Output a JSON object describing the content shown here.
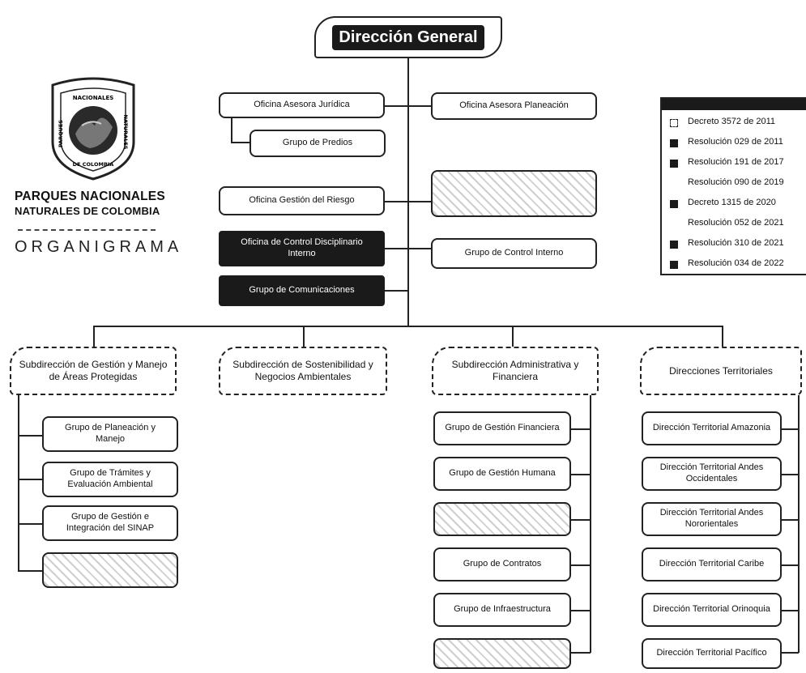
{
  "brand": {
    "line1": "PARQUES NACIONALES",
    "line2": "NATURALES DE COLOMBIA",
    "heading": "ORGANIGRAMA",
    "logo_top": "NACIONALES",
    "logo_left": "PARQUES",
    "logo_right": "NATURALES",
    "logo_bottom": "DE COLOMBIA"
  },
  "top": {
    "label": "Dirección General"
  },
  "left_column": [
    "Oficina Asesora Jurídica",
    "Grupo de Predios",
    "Oficina Gestión del Riesgo",
    "Oficina de Control Disciplinario Interno",
    "Grupo de Comunicaciones"
  ],
  "right_column": [
    "Oficina Asesora Planeación",
    "",
    "Grupo de Control Interno"
  ],
  "subdirections": [
    "Subdirección de Gestión y Manejo de Áreas Protegidas",
    "Subdirección de Sostenibilidad y Negocios Ambientales",
    "Subdirección Administrativa y Financiera",
    "Direcciones Territoriales"
  ],
  "groups_gestion": [
    "Grupo de Planeación y Manejo",
    "Grupo de Trámites y Evaluación Ambiental",
    "Grupo de Gestión e Integración del SINAP",
    ""
  ],
  "groups_administrativa": [
    "Grupo de Gestión Financiera",
    "Grupo de Gestión Humana",
    "",
    "Grupo de Contratos",
    "Grupo de Infraestructura",
    ""
  ],
  "groups_territoriales": [
    "Dirección Territorial Amazonia",
    "Dirección Territorial Andes Occidentales",
    "Dirección Territorial Andes Nororientales",
    "Dirección Territorial Caribe",
    "Dirección Territorial Orinoquia",
    "Dirección Territorial Pacífico"
  ],
  "legend": [
    "Decreto 3572 de 2011",
    "Resolución 029 de 2011",
    "Resolución 191 de 2017",
    "Resolución 090 de 2019",
    "Decreto 1315 de 2020",
    "Resolución 052 de 2021",
    "Resolución 310 de 2021",
    "Resolución 034 de 2022"
  ]
}
